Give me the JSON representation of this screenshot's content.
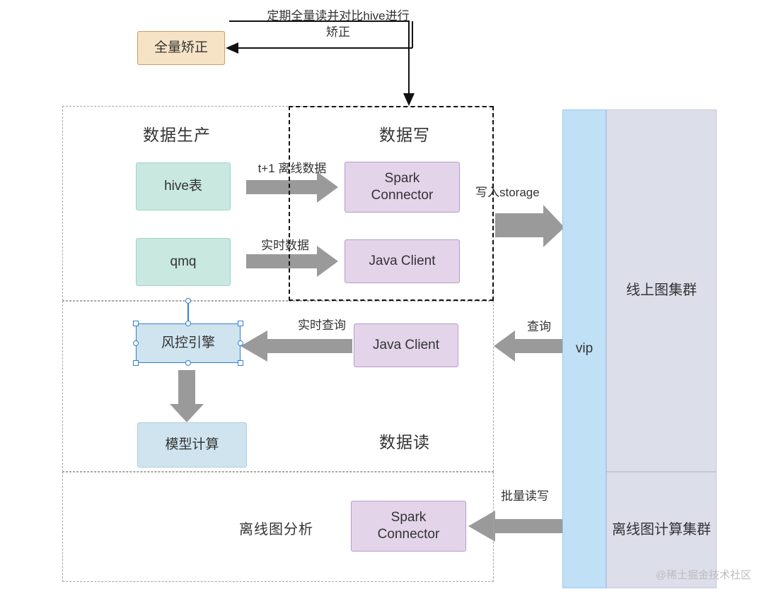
{
  "diagram": {
    "title_note": "数据生产/数据写/数据读 架构图",
    "nodes": {
      "full_correct": "全量矫正",
      "hive_table": "hive表",
      "qmq": "qmq",
      "spark_connector_top": "Spark\nConnector",
      "java_client_write": "Java Client",
      "risk_engine": "风控引擎",
      "java_client_read": "Java Client",
      "model_compute": "模型计算",
      "spark_connector_bottom": "Spark\nConnector",
      "vip": "vip",
      "online_graph_cluster": "线上图集群",
      "offline_graph_cluster": "离线图计算集群"
    },
    "sections": {
      "data_produce": "数据生产",
      "data_write": "数据写",
      "data_read": "数据读",
      "offline_graph_analysis": "离线图分析"
    },
    "edges": {
      "top_correct": "定期全量读并对比hive进行\n矫正",
      "t1_offline": "t+1 离线数据",
      "realtime_data": "实时数据",
      "write_storage": "写入storage",
      "realtime_query": "实时查询",
      "query": "查询",
      "batch_read_write": "批量读写"
    },
    "watermark": "@稀土掘金技术社区",
    "colors": {
      "green_fill": "#c8e8e0",
      "purple_fill": "#e3d4ea",
      "blue_fill": "#cfe4ef",
      "orange_fill": "#f6e3c5",
      "vip_fill": "#bfe0f5",
      "cluster_fill": "#dcdeea",
      "arrow_gray": "#9a9a9a",
      "selection_blue": "#2f7fd0"
    }
  }
}
